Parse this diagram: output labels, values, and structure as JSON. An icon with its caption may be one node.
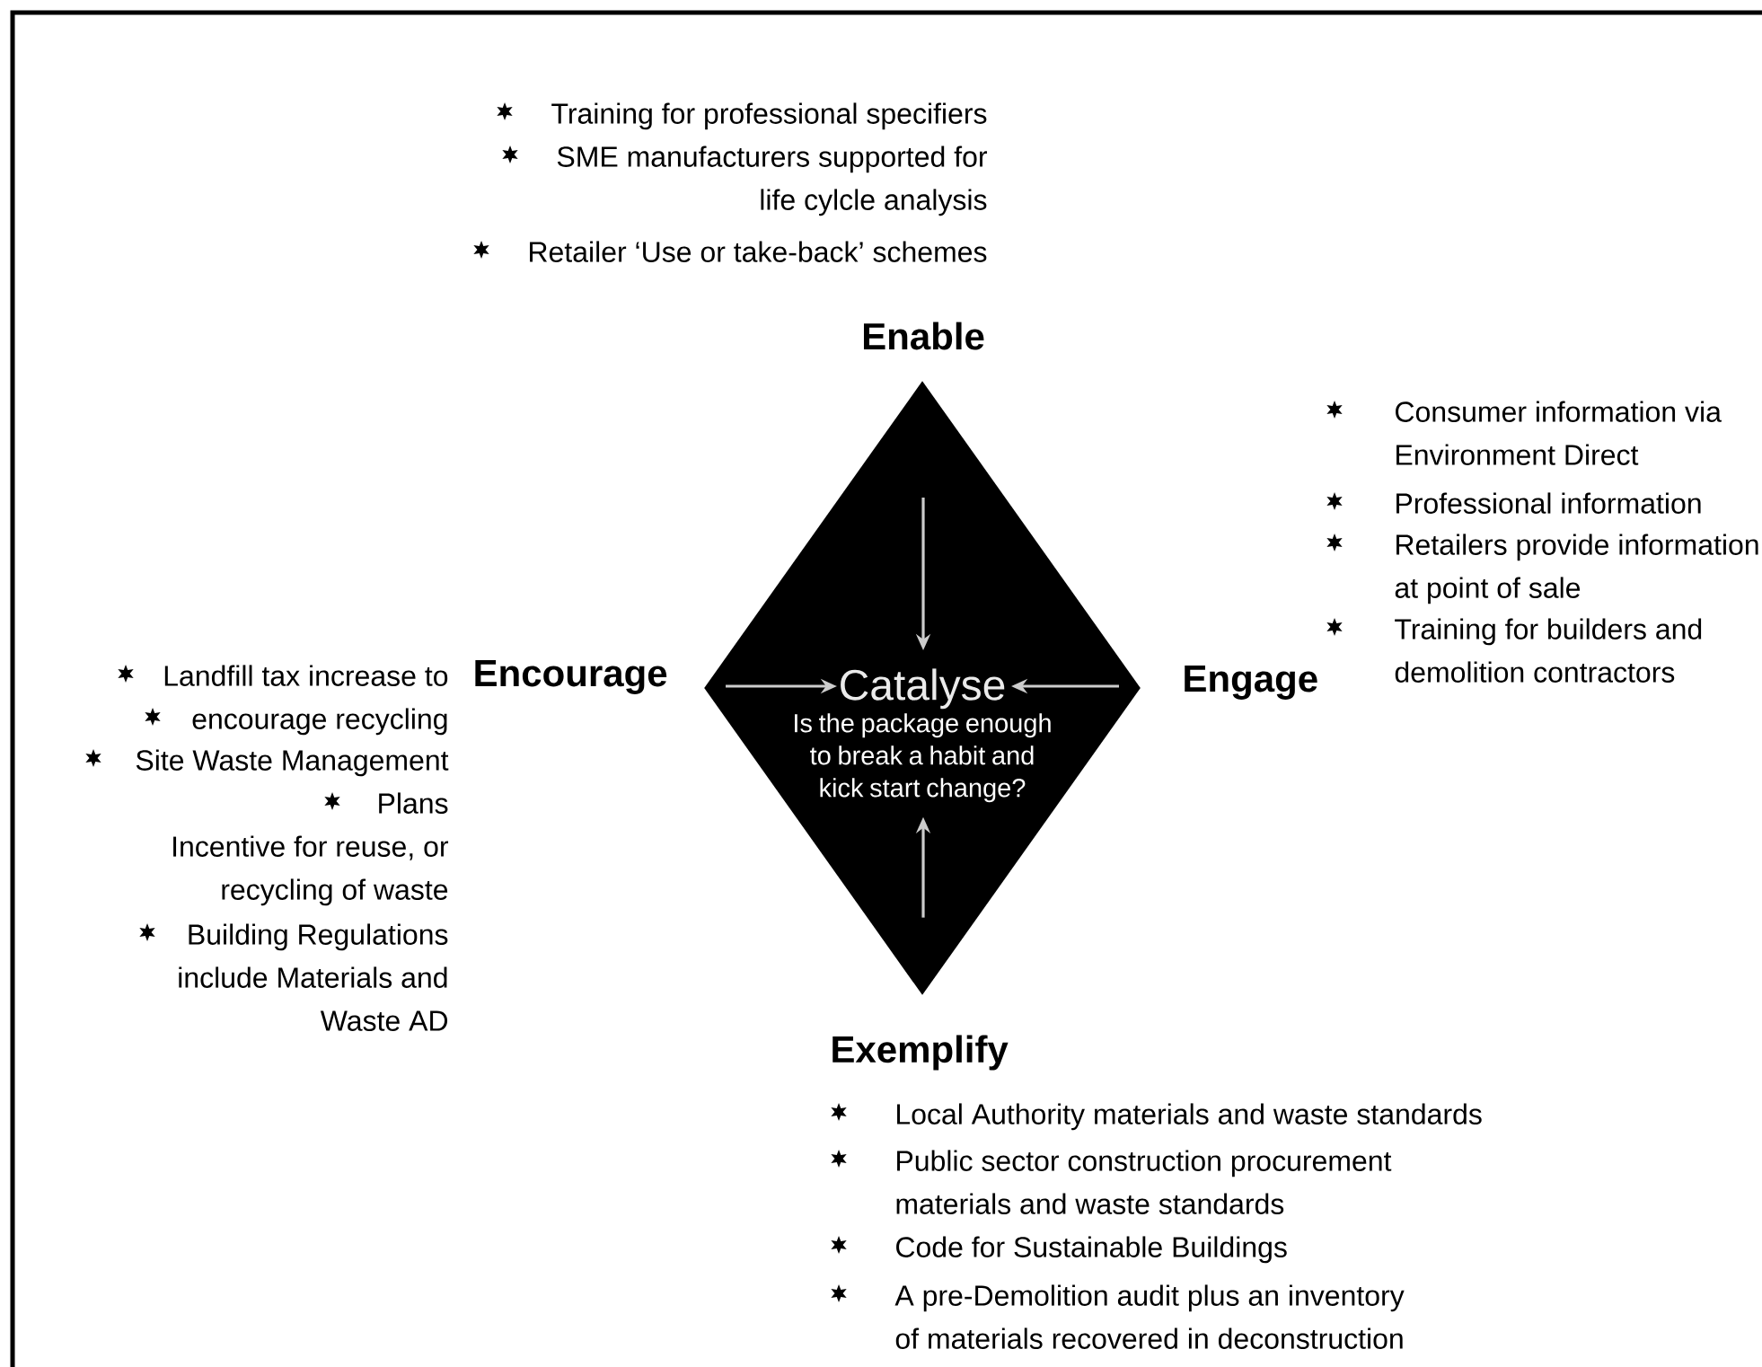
{
  "diagram": {
    "nodes": [
      {
        "text": [
          "Enable"
        ],
        "beside": [
          "Training for professional specifiers",
          "SME manufacturers supported for life cylcle analysis",
          "Retailer ‘Use or take-back’ schemes"
        ]
      },
      {
        "text": [],
        "shape": "diamond"
      },
      {
        "text": [
          "Encourage"
        ],
        "beside": [
          "Landfill tax increase to",
          "encourage recycling",
          "Site Waste Management",
          "Plans",
          "Incentive for reuse, or recycling of waste",
          "Building Regulations include Materials and Waste AD"
        ]
      },
      {
        "text": [
          "Catalyse",
          "Is the package enough to break a habit and kick start change?"
        ],
        "in": 1
      },
      {
        "text": [
          "Engage"
        ],
        "beside": [
          "Consumer information via Environment Direct",
          "Professional information",
          "Retailers provide information at point of sale",
          "Training for builders and demolition contractors"
        ]
      },
      {
        "text": [
          "Exemplify"
        ],
        "beside": [
          "Local Authority materials and waste standards",
          "Public sector construction procurement materials and waste standards",
          "Code for Sustainable Buildings",
          "A pre-Demolition audit plus an inventory of materials recovered in deconstruction"
        ]
      }
    ],
    "edges": [
      {
        "from": null,
        "to": 3,
        "arrow": "to"
      },
      {
        "from": null,
        "to": 3,
        "arrow": "to"
      },
      {
        "from": null,
        "to": 3,
        "arrow": "to"
      },
      {
        "from": null,
        "to": 3,
        "arrow": "to"
      }
    ]
  }
}
